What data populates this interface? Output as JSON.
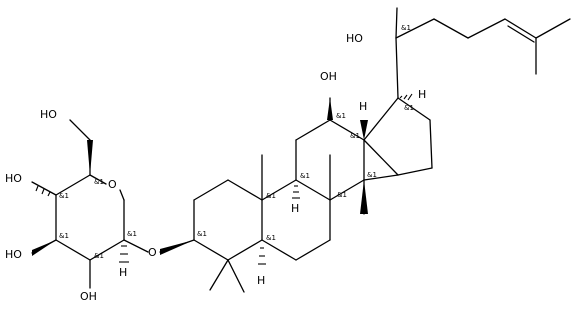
{
  "atom_labels": {
    "side_chain_oh": "HO",
    "c12_oh": "OH",
    "glycosidic_o": "O",
    "ring_o": "O",
    "c6_oh": "HO",
    "c4_oh": "HO",
    "c3_oh": "HO",
    "c2_oh": "OH",
    "h_c17": "H",
    "h_c13": "H",
    "h_c9": "H",
    "h_c5": "H",
    "h_anomeric": "H"
  },
  "stereo_descriptor": "&1"
}
